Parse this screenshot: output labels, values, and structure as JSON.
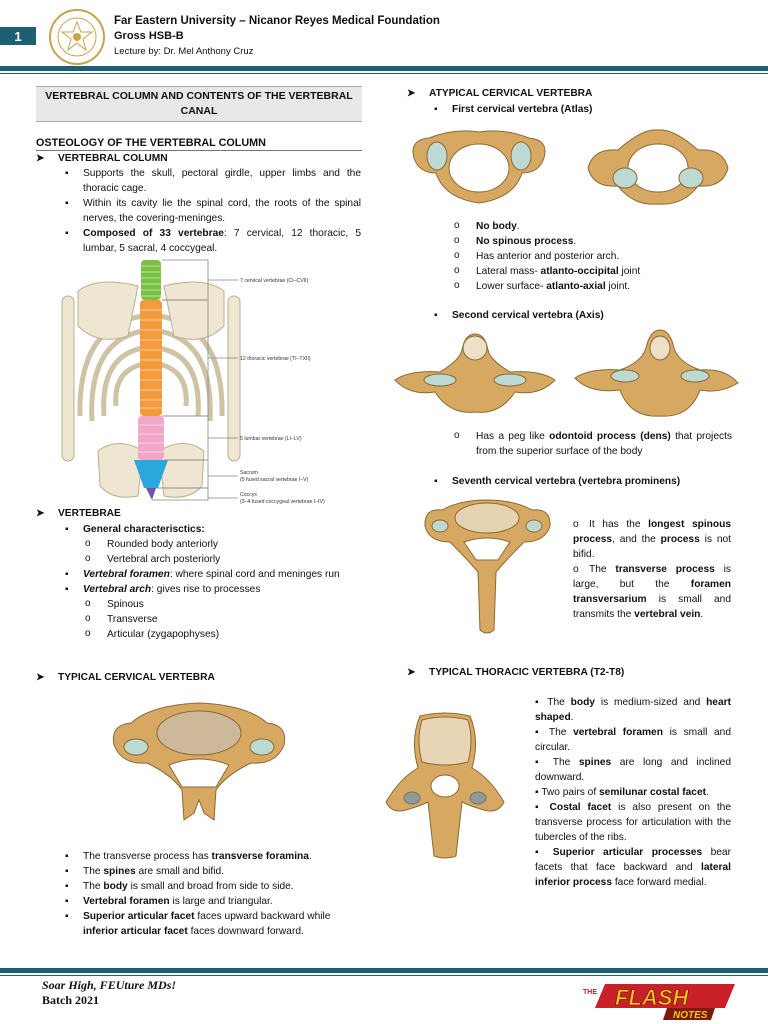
{
  "header": {
    "page_number": "1",
    "institution": "Far Eastern University – Nicanor Reyes Medical Foundation",
    "course": "Gross HSB-B",
    "lecturer": "Lecture by: Dr. Mel Anthony Cruz"
  },
  "left": {
    "title": "VERTEBRAL COLUMN AND CONTENTS OF THE VERTEBRAL CANAL",
    "osteology_heading": "OSTEOLOGY OF THE VERTEBRAL COLUMN",
    "vc_heading": "VERTEBRAL COLUMN",
    "vc_b1": "Supports the skull, pectoral girdle, upper limbs and the thoracic cage.",
    "vc_b2": "Within its cavity lie the spinal cord, the roots of the spinal nerves, the covering-meninges.",
    "vc_b3_bold": "Composed of 33 vertebrae",
    "vc_b3_rest": ": 7 cervical, 12 thoracic, 5 lumbar, 5 sacral, 4 coccygeal.",
    "spine_labels": {
      "cervical": "7 cervical vertebrae (CI–CVII)",
      "thoracic": "12 thoracic vertebrae (TI–TXII)",
      "lumbar": "5 lumbar vertebrae (LI–LV)",
      "sacrum": "Sacrum",
      "sacrum_sub": "(5 fused sacral vertebrae I–V)",
      "coccyx": "Coccyx",
      "coccyx_sub": "(3–4 fused coccygeal vertebrae I–IV)"
    },
    "vertebrae_heading": "VERTEBRAE",
    "gen_char": "General characterisctics:",
    "gen_1": "Rounded body anteriorly",
    "gen_2": "Vertebral arch posteriorly",
    "foramen_em": "Vertebral foramen",
    "foramen_rest": ": where spinal cord and meninges run",
    "arch_em": "Vertebral arch",
    "arch_rest": ": gives rise to processes",
    "proc_1": "Spinous",
    "proc_2": "Transverse",
    "proc_3": "Articular (zygapophyses)",
    "typical_cervical_heading": "TYPICAL CERVICAL VERTEBRA",
    "tc_1": "The transverse process has transverse foramina.",
    "tc_2": "The spines are small and bifid.",
    "tc_3": "The body is small and broad from side to side.",
    "tc_4": "Vertebral foramen is large and triangular.",
    "tc_5": "Superior articular facet faces upward backward while inferior articular facet faces downward forward."
  },
  "right": {
    "atypical_heading": "ATYPICAL CERVICAL VERTEBRA",
    "atlas_heading": "First cervical vertebra (Atlas)",
    "atlas_1": "No body.",
    "atlas_2": "No spinous process.",
    "atlas_3": "Has anterior and posterior arch.",
    "atlas_4": "Lateral mass- atlanto-occipital joint",
    "atlas_5": "Lower surface- atlanto-axial joint.",
    "axis_heading": "Second cervical vertebra (Axis)",
    "axis_1": "Has a peg like odontoid process (dens) that projects from the superior surface of the body",
    "c7_heading": "Seventh cervical vertebra (vertebra prominens)",
    "c7_1": "It has the longest spinous process, and the process is not bifid.",
    "c7_2": "The transverse process is large, but the foramen transversarium is small and transmits the vertebral vein.",
    "thoracic_heading": "TYPICAL THORACIC VERTEBRA (T2-T8)",
    "th_1": "The body is medium-sized and heart shaped.",
    "th_2": "The vertebral foramen is small and circular.",
    "th_3": "The spines are long and inclined downward.",
    "th_4": "Two pairs of semilunar costal facet.",
    "th_5": "Costal facet is also present on the transverse process for articulation with the tubercles of the ribs.",
    "th_6": "Superior articular processes bear facets that face backward and lateral inferior process face forward medial."
  },
  "footer": {
    "motto": "Soar High, FEUture MDs!",
    "batch": "Batch 2021",
    "logo_small": "THE",
    "logo_main": "FLASH",
    "logo_sub": "NOTES"
  },
  "colors": {
    "accent": "#1f5f74",
    "bone": "#d6a861",
    "cervical": "#7ac143",
    "thoracic": "#f39a3c",
    "lumbar": "#f2a6c8",
    "sacrum": "#2aa7dd",
    "coccyx": "#7b4fa2"
  }
}
